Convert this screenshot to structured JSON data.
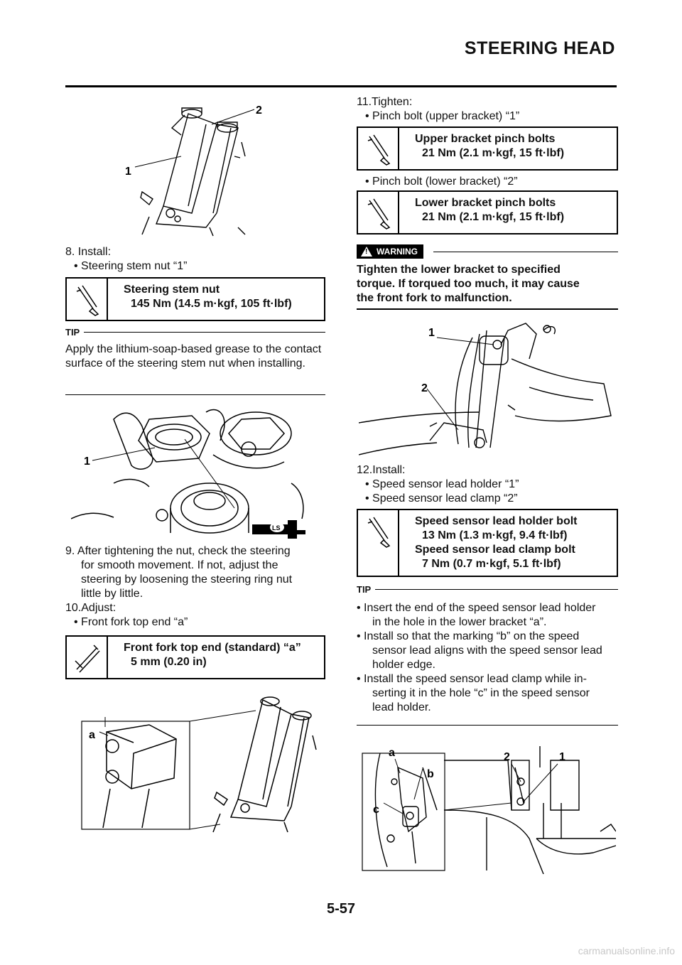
{
  "header": {
    "title": "STEERING HEAD"
  },
  "left": {
    "fig1": {
      "c1": "1",
      "c2": "2"
    },
    "step8": "8.  Install:",
    "step8_bullet": "• Steering stem nut “1”",
    "spec1": {
      "name": "Steering stem nut",
      "value": "145 Nm (14.5 m·kgf, 105 ft·lbf)"
    },
    "tip1": {
      "label": "TIP",
      "text": "Apply the lithium-soap-based grease to the contact surface of the steering stem nut when installing."
    },
    "fig2": {
      "c1": "1",
      "ls": "LS"
    },
    "step9_lines": [
      "9.  After tightening the nut, check the steering",
      "for smooth movement. If not, adjust the",
      "steering by loosening the steering ring nut",
      "little by little."
    ],
    "step10": "10.Adjust:",
    "step10_bullet": "• Front fork top end “a”",
    "spec2": {
      "name": "Front fork top end (standard) “a”",
      "value": "5 mm (0.20 in)"
    },
    "fig3": {
      "ca": "a"
    }
  },
  "right": {
    "step11": "11.Tighten:",
    "step11_b1": "• Pinch bolt (upper bracket) “1”",
    "spec3": {
      "name": "Upper bracket pinch bolts",
      "value": "21 Nm (2.1 m·kgf, 15 ft·lbf)"
    },
    "step11_b2": "• Pinch bolt (lower bracket) “2”",
    "spec4": {
      "name": "Lower bracket pinch bolts",
      "value": "21 Nm (2.1 m·kgf, 15 ft·lbf)"
    },
    "warning": {
      "label": "WARNING",
      "lines": [
        "Tighten the lower bracket to specified",
        "torque. If torqued too much, it may cause",
        "the front fork to malfunction."
      ]
    },
    "fig4": {
      "c1": "1",
      "c2": "2"
    },
    "step12": "12.Install:",
    "step12_b1": "• Speed sensor lead holder “1”",
    "step12_b2": "• Speed sensor lead clamp “2”",
    "spec5": {
      "name1": "Speed sensor lead holder bolt",
      "value1": "13 Nm (1.3 m·kgf, 9.4 ft·lbf)",
      "name2": "Speed sensor lead clamp bolt",
      "value2": "7 Nm (0.7 m·kgf, 5.1 ft·lbf)"
    },
    "tip2": {
      "label": "TIP",
      "b1_lines": [
        "• Insert the end of the speed sensor lead holder",
        "in the hole in the lower bracket “a”."
      ],
      "b2_lines": [
        "• Install so that the marking “b” on the speed",
        "sensor lead aligns with the speed sensor lead",
        "holder edge."
      ],
      "b3_lines": [
        "• Install the speed sensor lead clamp while in-",
        "serting it in the hole “c” in the speed sensor",
        "lead holder."
      ]
    },
    "fig5": {
      "ca": "a",
      "cb": "b",
      "cc": "c",
      "c2": "2",
      "c1": "1"
    }
  },
  "footer": {
    "page_number": "5-57",
    "watermark": "carmanualsonline.info"
  }
}
